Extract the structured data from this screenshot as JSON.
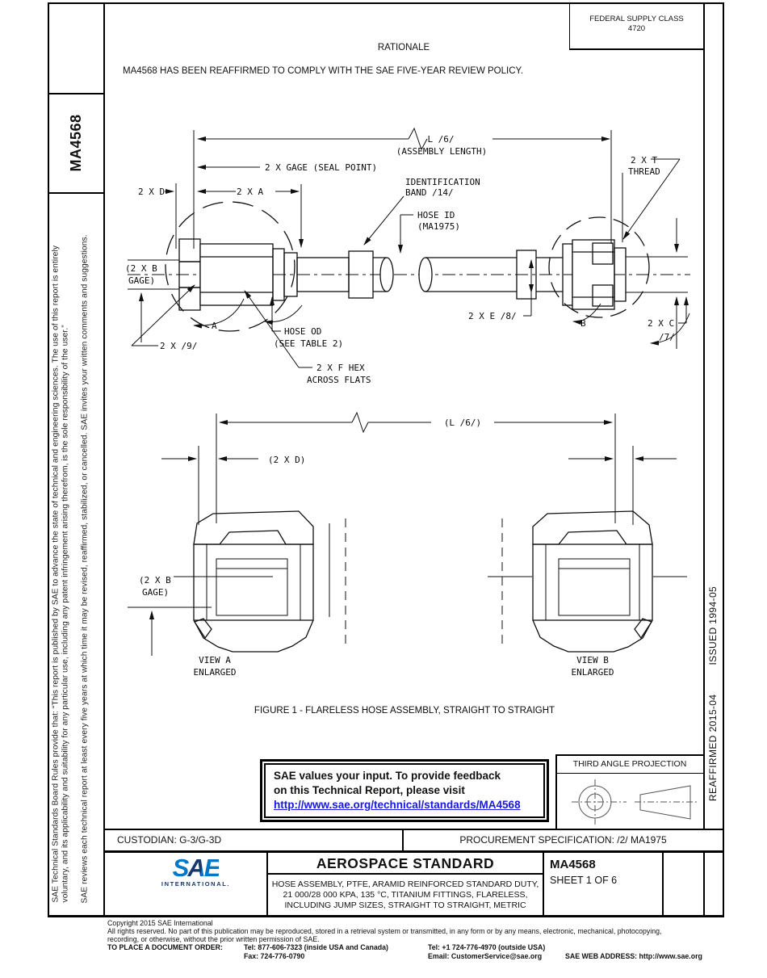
{
  "header": {
    "federal_supply_class_line1": "FEDERAL SUPPLY CLASS",
    "federal_supply_class_line2": "4720",
    "rationale_title": "RATIONALE",
    "rationale_text": "MA4568 HAS BEEN REAFFIRMED TO COMPLY WITH THE SAE FIVE-YEAR REVIEW POLICY."
  },
  "sidebar": {
    "doc_number": "MA4568",
    "note1_line1": "SAE Technical Standards Board Rules provide that: “This report is published by SAE to advance the state of technical and engineering sciences. The use of this report is entirely",
    "note1_line2": "voluntary, and its applicability and suitability for any particular use, including any patent infringement arising therefrom, is the sole responsibility of the user.”",
    "note2": "SAE reviews each technical report at least every five years at which time it may be revised, reaffirmed, stabilized, or cancelled. SAE invites your written comments and suggestions."
  },
  "right_strip": {
    "issued": "ISSUED 1994-05",
    "reaffirmed": "REAFFIRMED 2015-04"
  },
  "figure": {
    "caption": "FIGURE 1 - FLARELESS HOSE ASSEMBLY, STRAIGHT TO STRAIGHT",
    "labels": {
      "asm_len_1": "L /6/",
      "asm_len_2": "(ASSEMBLY LENGTH)",
      "gage": "2 X GAGE (SEAL POINT)",
      "t_1": "2 X T",
      "t_2": "THREAD",
      "d": "2 X D",
      "a": "2 X A",
      "band_1": "IDENTIFICATION",
      "band_2": "BAND /14/",
      "hose_id_1": "HOSE ID",
      "hose_id_2": "(MA1975)",
      "b_gage_1": "(2 X B",
      "b_gage_2": "GAGE)",
      "ref9": "2 X /9/",
      "view_a": "A",
      "hose_od_1": "HOSE OD",
      "hose_od_2": "(SEE TABLE 2)",
      "hex_1": "2 X F HEX",
      "hex_2": "ACROSS FLATS",
      "e": "2 X E /8/",
      "view_b": "B",
      "c_1": "2 X C",
      "c_2": "/7/",
      "l_ref": "(L /6/)",
      "d_ref": "(2 X D)",
      "view_a_1": "VIEW A",
      "view_a_2": "ENLARGED",
      "view_b_1": "VIEW B",
      "view_b_2": "ENLARGED"
    }
  },
  "feedback": {
    "line1": "SAE values your input. To provide feedback",
    "line2": "on this Technical Report, please visit",
    "link": "http://www.sae.org/technical/standards/MA4568"
  },
  "projection": {
    "title": "THIRD ANGLE PROJECTION"
  },
  "title_block": {
    "custodian": "CUSTODIAN: G-3/G-3D",
    "procurement": "PROCUREMENT SPECIFICATION: /2/ MA1975",
    "logo_text": "SAE",
    "logo_sub": "INTERNATIONAL.",
    "standard_type": "AEROSPACE STANDARD",
    "description_line1": "HOSE ASSEMBLY, PTFE, ARAMID REINFORCED STANDARD DUTY,",
    "description_line2": "21 000/28 000 KPA, 135 °C, TITANIUM FITTINGS, FLARELESS,",
    "description_line3": "INCLUDING JUMP SIZES, STRAIGHT TO STRAIGHT, METRIC",
    "doc_number": "MA4568",
    "sheet": "SHEET 1 OF 6"
  },
  "footer": {
    "copyright": "Copyright 2015 SAE International",
    "rights_1": "All rights reserved. No part of this publication may be reproduced, stored in a retrieval system or transmitted, in any form or by any means, electronic, mechanical, photocopying,",
    "rights_2": "recording, or otherwise, without the prior written permission of SAE.",
    "order_label": "TO PLACE A DOCUMENT ORDER:",
    "tel_inside": "Tel: 877-606-7323 (inside USA and Canada)",
    "tel_outside": "Tel: +1 724-776-4970 (outside USA)",
    "fax": "Fax: 724-776-0790",
    "email": "Email: CustomerService@sae.org",
    "web": "SAE WEB ADDRESS: http://www.sae.org"
  },
  "colors": {
    "sae_blue": "#0077C8",
    "sae_navy": "#17386A",
    "link_blue": "#1717E6"
  }
}
